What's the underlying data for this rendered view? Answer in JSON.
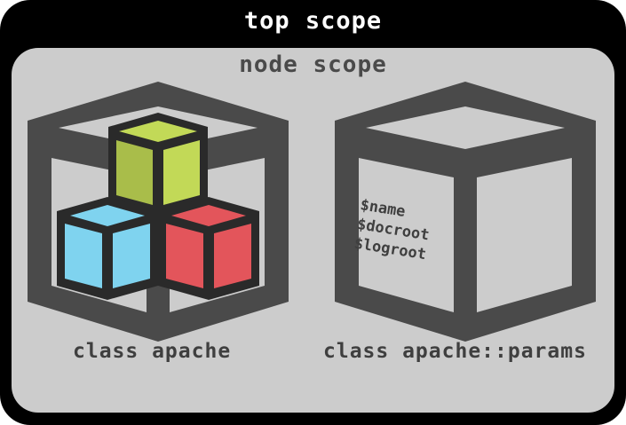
{
  "top_scope": {
    "title": "top scope"
  },
  "node_scope": {
    "title": "node scope"
  },
  "class_apache": {
    "label": "class apache",
    "icon": "blocks-cube-icon",
    "block_colors": {
      "top": "#c2d957",
      "left": "#7fd3ef",
      "right": "#e3555b"
    }
  },
  "class_apache_params": {
    "label": "class apache::params",
    "icon": "empty-cube-icon",
    "variables": [
      "$name",
      "$docroot",
      "$logroot"
    ]
  },
  "colors": {
    "top_scope_bg": "#000000",
    "node_scope_bg": "#cccccc",
    "cube_outline": "#4a4a4a"
  }
}
